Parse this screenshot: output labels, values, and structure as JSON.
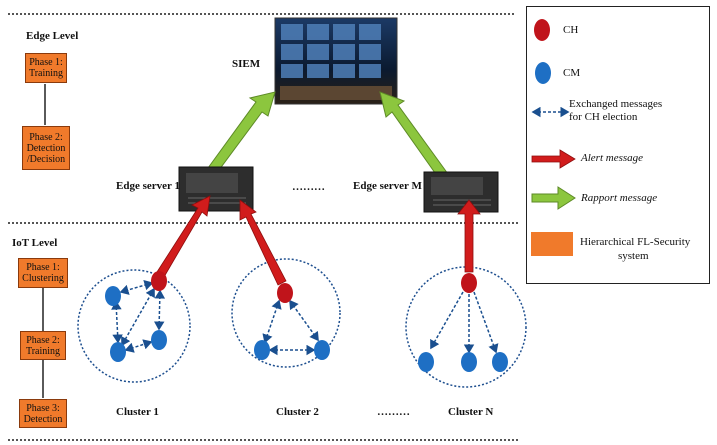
{
  "levels": {
    "edge": "Edge Level",
    "iot": "IoT Level"
  },
  "edge_phases": [
    {
      "line1": "Phase 1:",
      "line2": "Training"
    },
    {
      "line1": "Phase 2:",
      "line2": "Detection",
      "line3": "/Decision"
    }
  ],
  "iot_phases": [
    {
      "line1": "Phase 1:",
      "line2": "Clustering"
    },
    {
      "line1": "Phase 2:",
      "line2": "Training"
    },
    {
      "line1": "Phase 3:",
      "line2": "Detection"
    }
  ],
  "siem_label": "SIEM",
  "servers": {
    "left": "Edge server 1",
    "right": "Edge server M",
    "ellipsis": "………"
  },
  "clusters": {
    "c1": "Cluster 1",
    "c2": "Cluster 2",
    "cn": "Cluster N",
    "ellipsis": "………"
  },
  "legend": {
    "ch": "CH",
    "cm": "CM",
    "exchanged_l1": "Exchanged messages",
    "exchanged_l2": "for CH election",
    "alert": "Alert message",
    "rapport": "Rapport message",
    "hier_l1": "Hierarchical FL-Security",
    "hier_l2": "system"
  },
  "colors": {
    "ch": "#c0141b",
    "cm": "#1e6fc4",
    "alert_arrow": "#d11c1c",
    "rapport_arrow": "#8cc63e",
    "phase_box": "#f07a2b",
    "dash_line": "#1a4f8f"
  }
}
